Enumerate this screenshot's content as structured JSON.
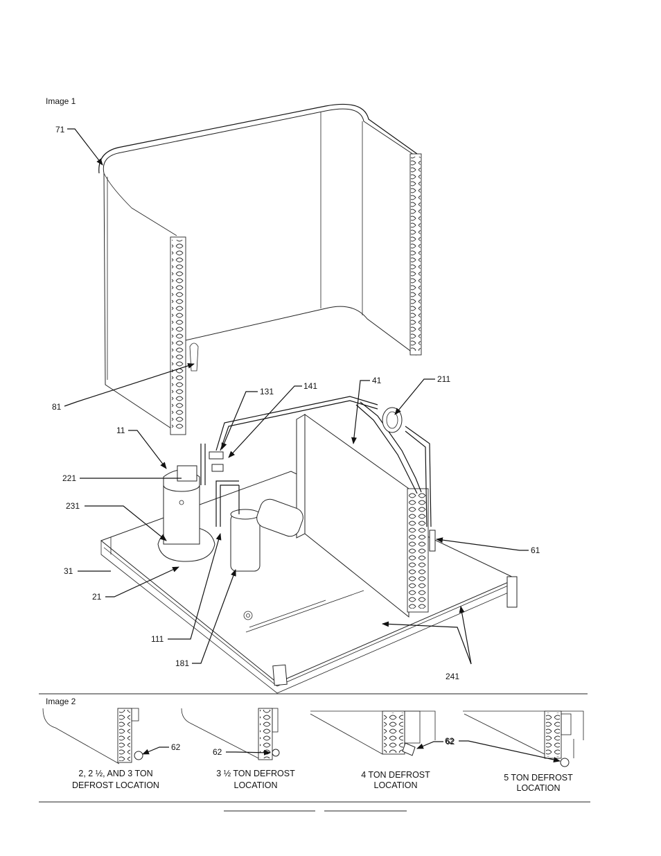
{
  "image1": {
    "title": "Image 1",
    "callouts": [
      "71",
      "81",
      "131",
      "141",
      "41",
      "211",
      "11",
      "221",
      "231",
      "61",
      "31",
      "21",
      "111",
      "181",
      "241"
    ]
  },
  "image2": {
    "title": "Image 2",
    "callout": "62",
    "panels": [
      {
        "line1": "2, 2 ½, AND 3 TON",
        "line2": "DEFROST LOCATION"
      },
      {
        "line1": "3 ½ TON DEFROST",
        "line2": "LOCATION"
      },
      {
        "line1": "4 TON DEFROST",
        "line2": "LOCATION"
      },
      {
        "line1": "5 TON DEFROST",
        "line2": "LOCATION"
      }
    ]
  }
}
